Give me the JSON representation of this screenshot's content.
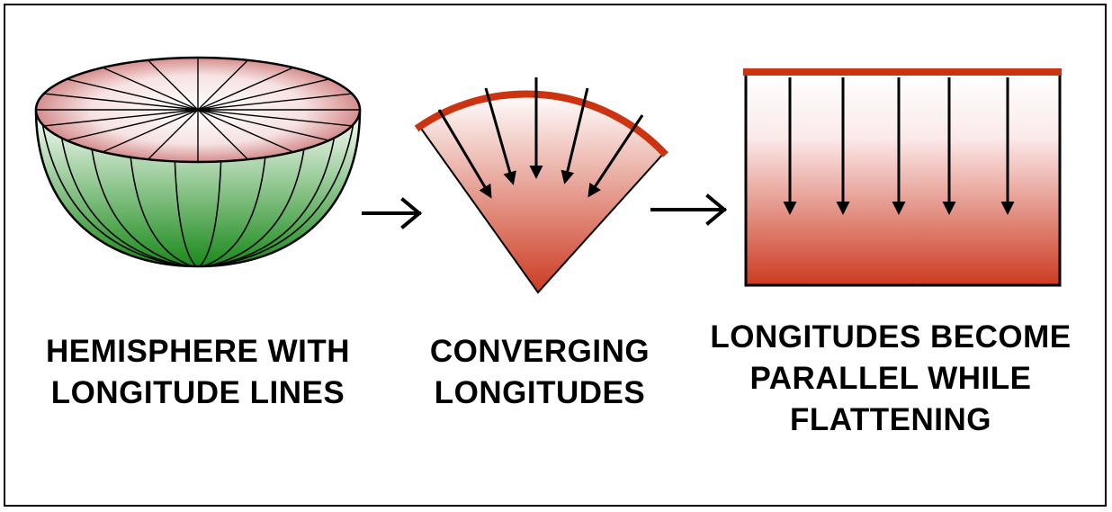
{
  "panels": [
    {
      "caption_lines": [
        "HEMISPHERE WITH",
        "LONGITUDE LINES"
      ]
    },
    {
      "caption_lines": [
        "CONVERGING",
        "LONGITUDES"
      ]
    },
    {
      "caption_lines": [
        "LONGITUDES BECOME",
        "PARALLEL WHILE",
        "FLATTENING"
      ]
    }
  ],
  "colors": {
    "outline": "#000000",
    "accent_red": "#cc3311",
    "hemisphere_green": "#1a8a1a",
    "fill_red": "#cc3b22",
    "background": "#ffffff"
  },
  "icons": [
    "hemisphere-icon",
    "arrow-right-icon",
    "sector-icon",
    "arrow-right-icon",
    "rectangle-projection-icon"
  ]
}
